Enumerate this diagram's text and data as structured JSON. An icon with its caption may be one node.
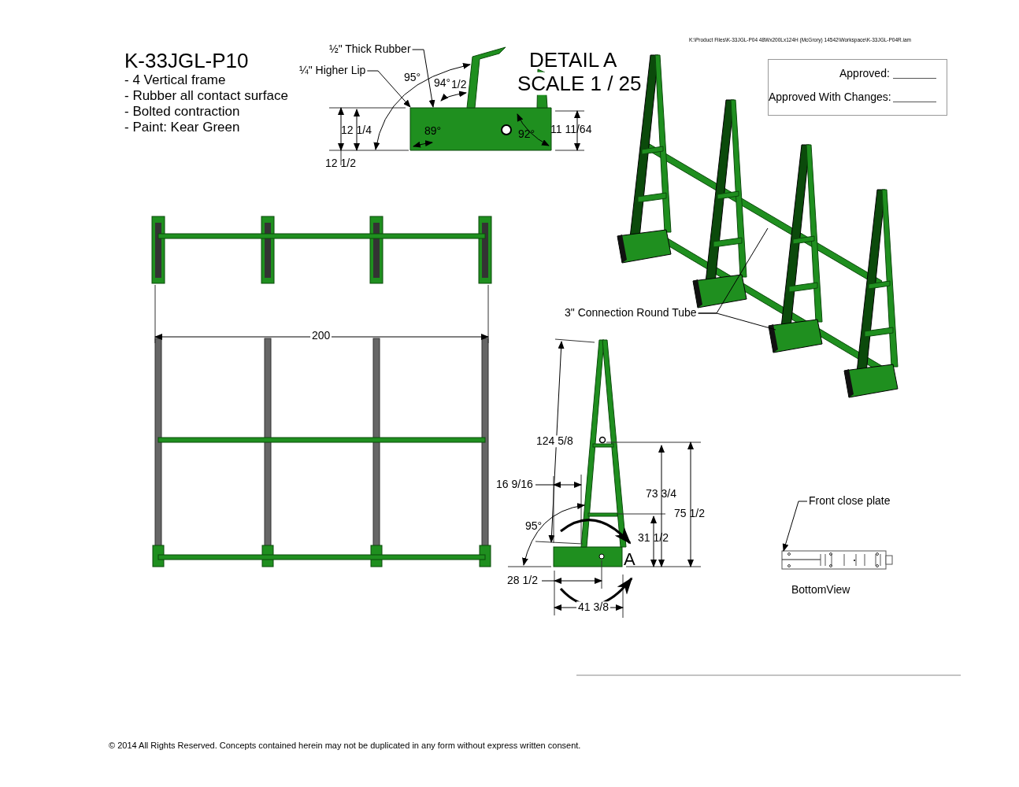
{
  "diagram": {
    "title": "K-33JGL-P10",
    "nodes": [
      {
        "text": [
          "½\" Thick Rubber"
        ]
      },
      {
        "text": [
          "¼\" Higher Lip"
        ]
      },
      {
        "text": [
          "3\" Connection Round Tube"
        ]
      },
      {
        "text": [
          "Front close plate"
        ]
      },
      {
        "text": [],
        "shape": "picture"
      },
      {
        "text": [],
        "shape": "picture",
        "beside": [
          "BottomView"
        ]
      },
      {
        "text": [],
        "shape": "picture"
      }
    ],
    "edges": [
      {
        "from": 0,
        "to": 4,
        "arrow": "to"
      },
      {
        "from": 1,
        "to": 4,
        "arrow": "to"
      },
      {
        "from": 2,
        "to": 6,
        "arrow": "none"
      },
      {
        "from": 2,
        "to": 6,
        "arrow": "none"
      },
      {
        "from": 3,
        "to": 5,
        "arrow": "to"
      }
    ],
    "labels": [
      "K:\\Product Files\\K-33JGL-P04 48Wx200Lx124H (McGrory) 14542\\Workspace\\K-33JGL-P04R.iam",
      "- 4 Vertical frame",
      "- Rubber all contact surface",
      "- Bolted contraction",
      "- Paint: Kear Green",
      "DETAIL  A",
      "SCALE 1 / 25",
      "95°",
      "94°",
      "1/2",
      "12 1/4",
      "89°",
      "92°",
      "11 11/64",
      "12 1/2",
      "Approved:",
      "Approved With Changes:",
      "200",
      "124 5/8",
      "16 9/16",
      "73 3/4",
      "75 1/2",
      "95°",
      "31 1/2",
      "A",
      "28 1/2",
      "41 3/8",
      "© 2014 All Rights Reserved. Concepts contained herein may not be duplicated in any form without express written consent."
    ]
  }
}
